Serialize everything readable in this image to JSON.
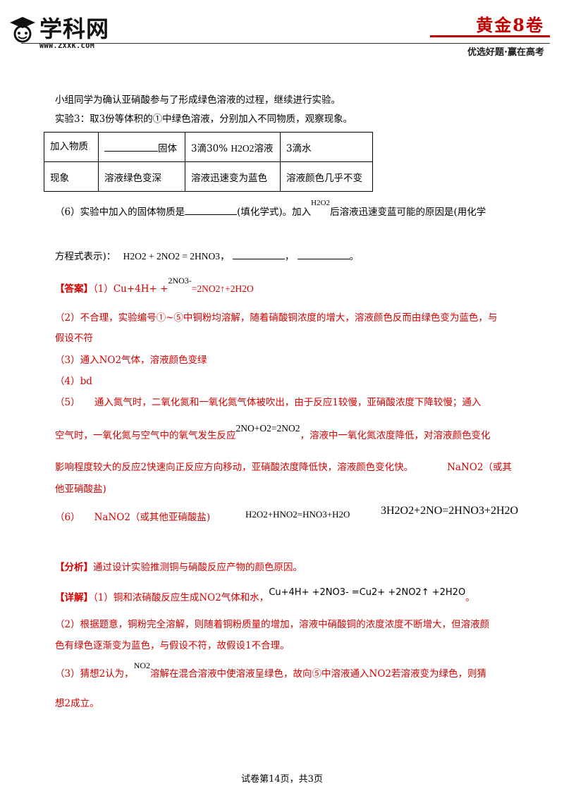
{
  "header": {
    "logo_text": "学科网",
    "logo_url": "WWW.ZXXK.COM",
    "brand": "黄金8卷",
    "slogan": "优选好题·赢在高考"
  },
  "question": {
    "intro": "小组同学为确认亚硝酸参与了形成绿色溶液的过程，继续进行实验。",
    "exp3": "实验3：取3份等体积的①中绿色溶液，分别加入不同物质，观察现象。",
    "table": {
      "row1": [
        "加入物质",
        "固体",
        "3滴30%",
        "H2O2溶液",
        "3滴水"
      ],
      "row2": [
        "现象",
        "溶液绿色变深",
        "溶液迅速变为蓝色",
        "溶液颜色几乎不变"
      ]
    },
    "q6_prefix": "（6）实验中加入的固体物质是",
    "q6_mid": "(填化学式)。加入",
    "q6_h2o2": "H2O2",
    "q6_suffix": "后溶液迅速变蓝可能的原因是(用化学",
    "q6_line2_prefix": "方程式表示)：",
    "q6_eq": "H2O2 + 2NO2 = 2HNO3",
    "q6_end": "，",
    "q6_period": "。"
  },
  "answer": {
    "label": "【答案】",
    "a1_prefix": "（1）Cu+4H+ +",
    "a1_sup": "2NO3-",
    "a1_rest": "=2NO2↑+2H2O",
    "a2_line1": "（2）不合理，实验编号①~⑤中铜粉均溶解，随着硝酸铜浓度的增大，溶液颜色反而由绿色变为蓝色，与",
    "a2_line2": "假设不符",
    "a3": "（3）通入NO2气体，溶液颜色变绿",
    "a4": "（4）bd",
    "a5_line1": "（5）　　通入氮气时，二氧化氮和一氧化氮气体被吹出，由于反应1较慢，亚硝酸浓度下降较慢；通入",
    "a5_line2_prefix": "空气时，一氧化氮与空气中的氧气发生反应",
    "a5_eq": "2NO+O2=2NO2",
    "a5_line2_suffix": "，溶液中一氧化氮浓度降低，对溶液颜色变化",
    "a5_line3": "影响程度较大的反应2快速向正反应方向移动，亚硝酸浓度降低快，溶液颜色变化快。",
    "a5_line3_salt": "NaNO2（或其",
    "a5_line4": "他亚硝酸盐)",
    "a6_prefix": "（6）",
    "a6_salt": "NaNO2（或其他亚硝酸盐)",
    "a6_eq1": "H2O2+HNO2=HNO3+H2O",
    "a6_eq2": "3H2O2+2NO=2HNO3+2H2O"
  },
  "analysis": {
    "label": "【分析】",
    "text": "通过设计实验推测铜与硝酸反应产物的颜色原因。"
  },
  "detail": {
    "label": "【详解】",
    "d1": "（1）铜和浓硝酸反应生成NO2气体和水，",
    "d1_eq": "Cu+4H+ +2NO3- =Cu2+ +2NO2↑ +2H2O",
    "d1_end": "。",
    "d2_line1": "（2）根据题意，铜粉完全溶解，则随着铜粉质量的增加，溶液中硝酸铜的浓度浓度不断增大，但溶液颜",
    "d2_line2": "色有绿色逐渐变为蓝色，与假设不符，故假设1不合理。",
    "d3_prefix": "（3）猜想2认为，",
    "d3_no2": "NO2",
    "d3_rest": "溶解在混合溶液中使溶液呈绿色，故向⑤中溶液通入NO2若溶液变为绿色，则猜",
    "d3_line2": "想2成立。"
  },
  "footer": {
    "text": "试卷第14页，共3页"
  }
}
